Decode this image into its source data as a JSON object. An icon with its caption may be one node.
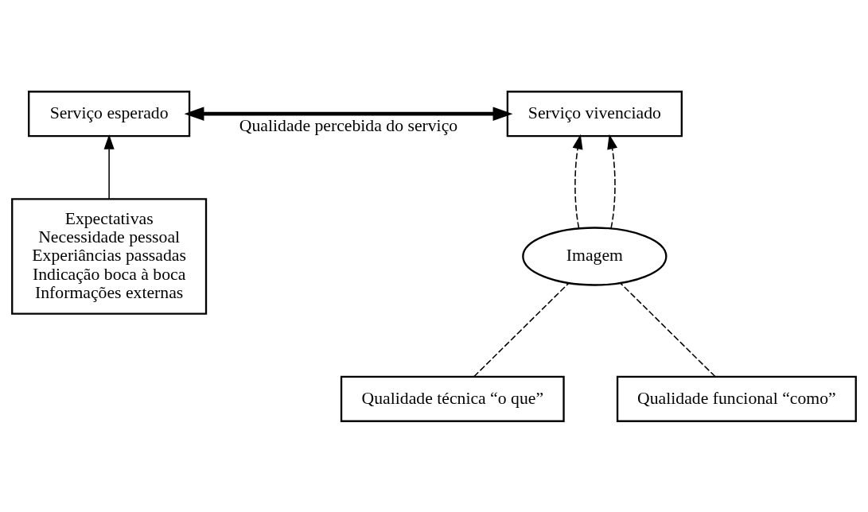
{
  "diagram": {
    "nodes": [
      {
        "text": [
          "Serviço esperado"
        ]
      },
      {
        "text": [
          "Serviço vivenciado"
        ]
      },
      {
        "text": [
          "Expectativas",
          "Necessidade pessoal",
          "Experiâncias passadas",
          "Indicação boca à boca",
          "Informações externas"
        ]
      },
      {
        "text": [
          "Imagem"
        ]
      },
      {
        "text": [
          "Qualidade técnica “o que”"
        ]
      },
      {
        "text": [
          "Qualidade funcional “como”"
        ]
      }
    ],
    "edges": [
      {
        "from": 2,
        "to": 0,
        "arrow": "to"
      },
      {
        "from": 0,
        "to": 1,
        "arrow": "both",
        "label": "Qualidade percebida do serviço",
        "style": "thick"
      },
      {
        "from": 3,
        "to": 1,
        "arrow": "to",
        "style": "dashed"
      },
      {
        "from": 3,
        "to": 1,
        "arrow": "to",
        "style": "dashed"
      },
      {
        "from": 4,
        "to": 3,
        "arrow": "none",
        "style": "dashed"
      },
      {
        "from": 5,
        "to": 3,
        "arrow": "none",
        "style": "dashed"
      }
    ]
  }
}
